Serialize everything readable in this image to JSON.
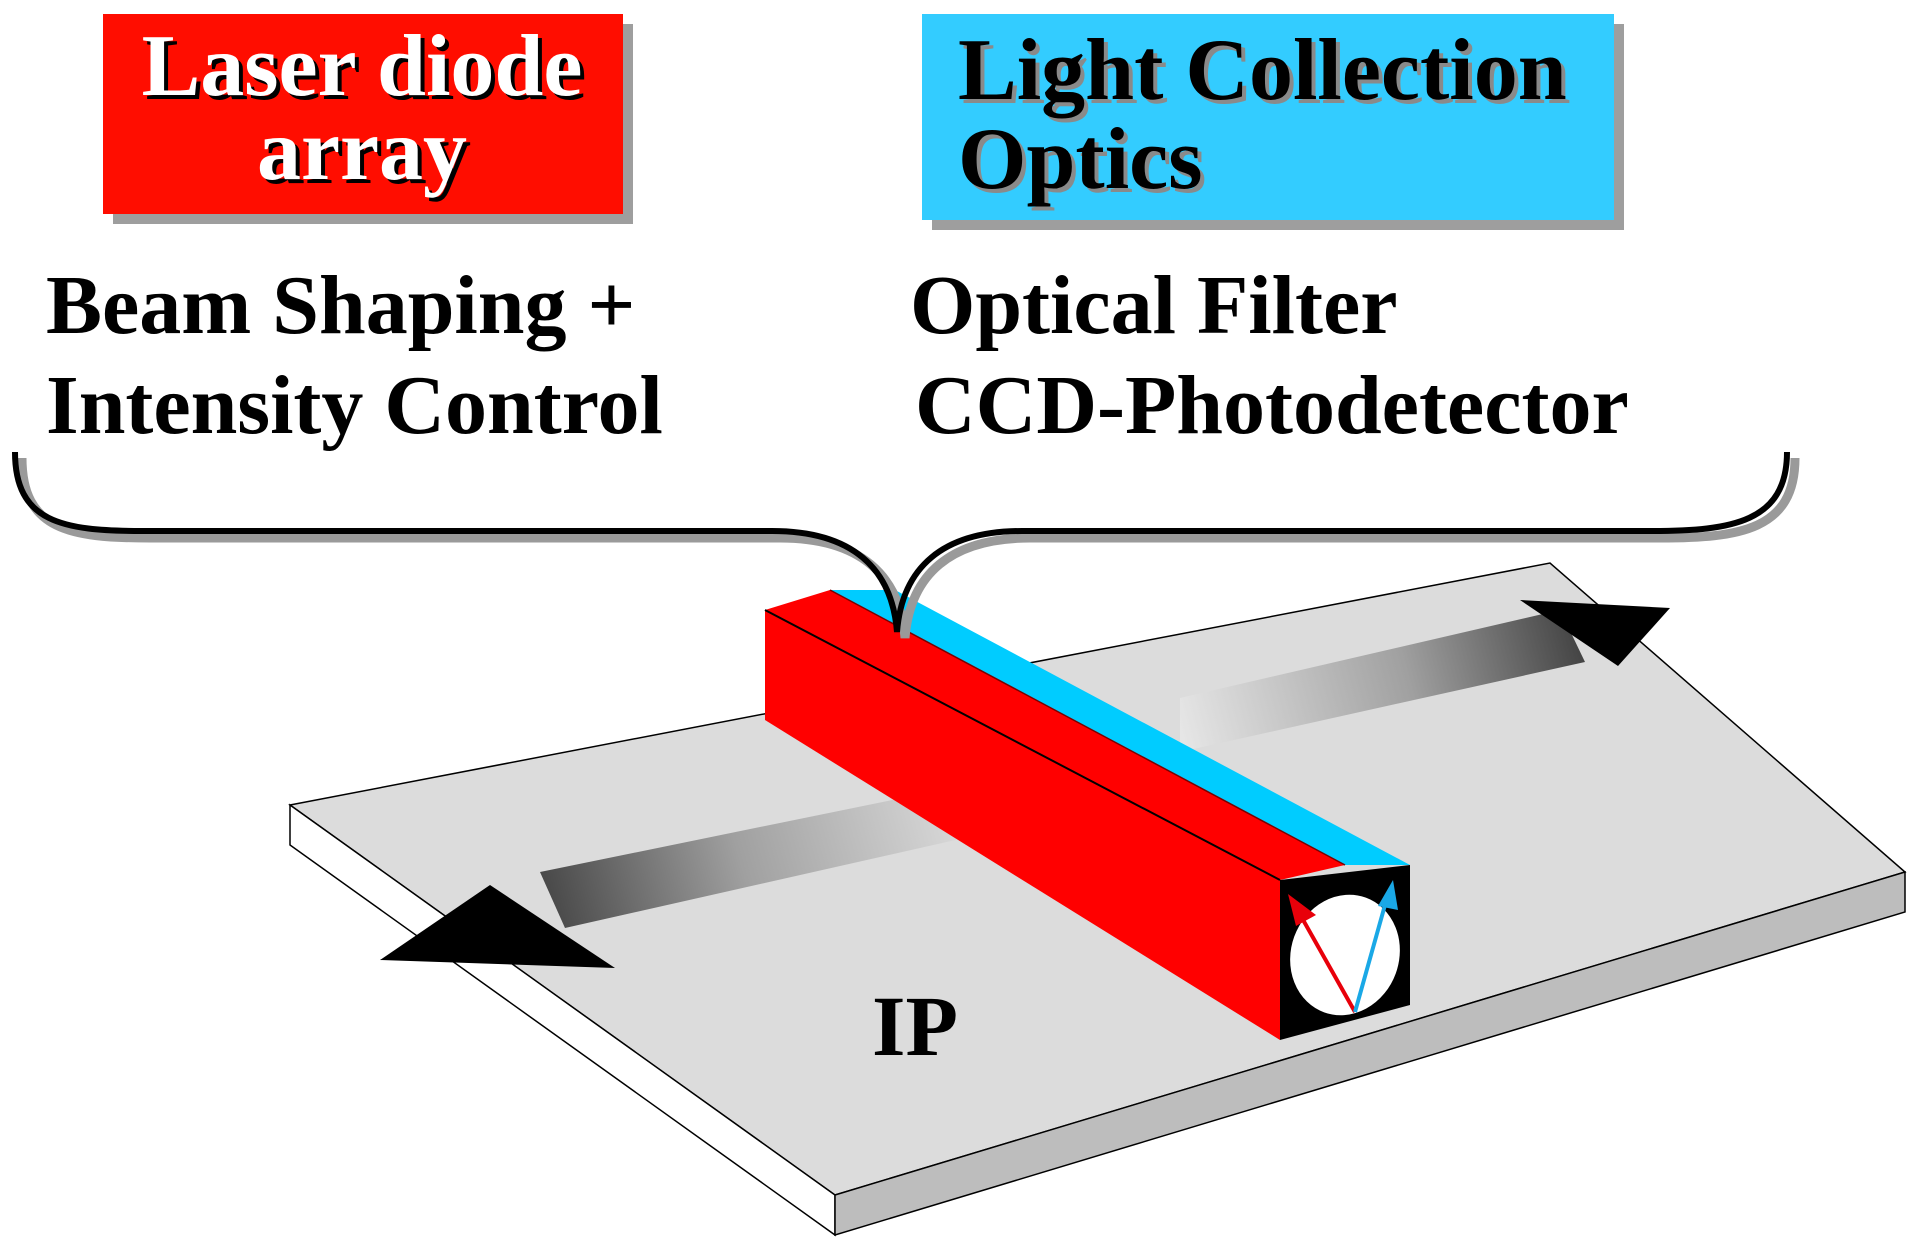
{
  "laser_box": {
    "line1": "Laser diode",
    "line2": "array",
    "color": "#ff0d00"
  },
  "optics_box": {
    "line1": "Light Collection",
    "line2": "Optics",
    "color": "#33ccff"
  },
  "left_description": {
    "line1": "Beam Shaping +",
    "line2": "Intensity Control"
  },
  "right_description": {
    "line1": "Optical Filter",
    "line2": "CCD-Photodetector"
  },
  "plate": {
    "label": "IP",
    "top_color": "#dcdcdc",
    "side_color": "#bdbdbd"
  },
  "scanner_bar": {
    "red_color": "#ff0000",
    "blue_color": "#00ccff"
  },
  "rays": {
    "emitted_color": "#e8000a",
    "collected_color": "#1aa8e6"
  }
}
